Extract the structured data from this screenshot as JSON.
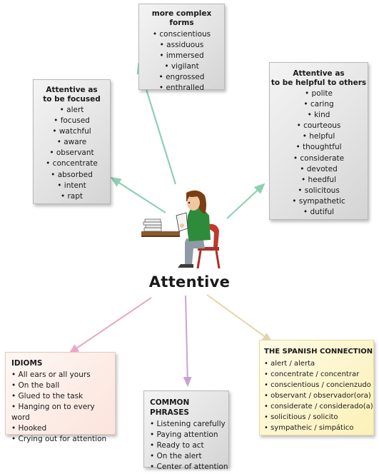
{
  "title": "Attentive",
  "boxes": {
    "complex": {
      "title": "more complex forms",
      "items": [
        "conscientious",
        "assiduous",
        "immersed",
        "vigilant",
        "engrossed",
        "enthralled"
      ]
    },
    "focused": {
      "title": "Attentive as\nto be focused",
      "items": [
        "alert",
        "focused",
        "watchful",
        "aware",
        "observant",
        "concentrate",
        "absorbed",
        "intent",
        "rapt"
      ]
    },
    "helpful": {
      "title": "Attentive as\nto be helpful to others",
      "items": [
        "polite",
        "caring",
        "kind",
        "courteous",
        "helpful",
        "thoughtful",
        "considerate",
        "devoted",
        "heedful",
        "solicitous",
        "sympathetic",
        "dutiful"
      ]
    },
    "idioms": {
      "title": "IDIOMS",
      "items": [
        "All ears or all yours",
        "On the ball",
        "Glued to the task",
        "Hanging on to every word",
        "Hooked",
        "Crying out for attention"
      ]
    },
    "phrases": {
      "title": "COMMON PHRASES",
      "items": [
        "Listening carefully",
        "Paying attention",
        "Ready to act",
        "On the alert",
        "Center of attention"
      ]
    },
    "spanish": {
      "title": "THE SPANISH CONNECTION",
      "items": [
        "alert / alerta",
        "concentrate / concentrar",
        "conscientious / concienzudo",
        "observant / observador(ora)",
        "considerate / considerado(a)",
        "solicitious / solicito",
        "sympatheic / simpático"
      ]
    }
  },
  "colors": {
    "arrow_green": "#8fcfb4",
    "arrow_pink": "#e6a9c4",
    "arrow_purple": "#c8a3d1",
    "arrow_tan": "#e7d2a8"
  }
}
